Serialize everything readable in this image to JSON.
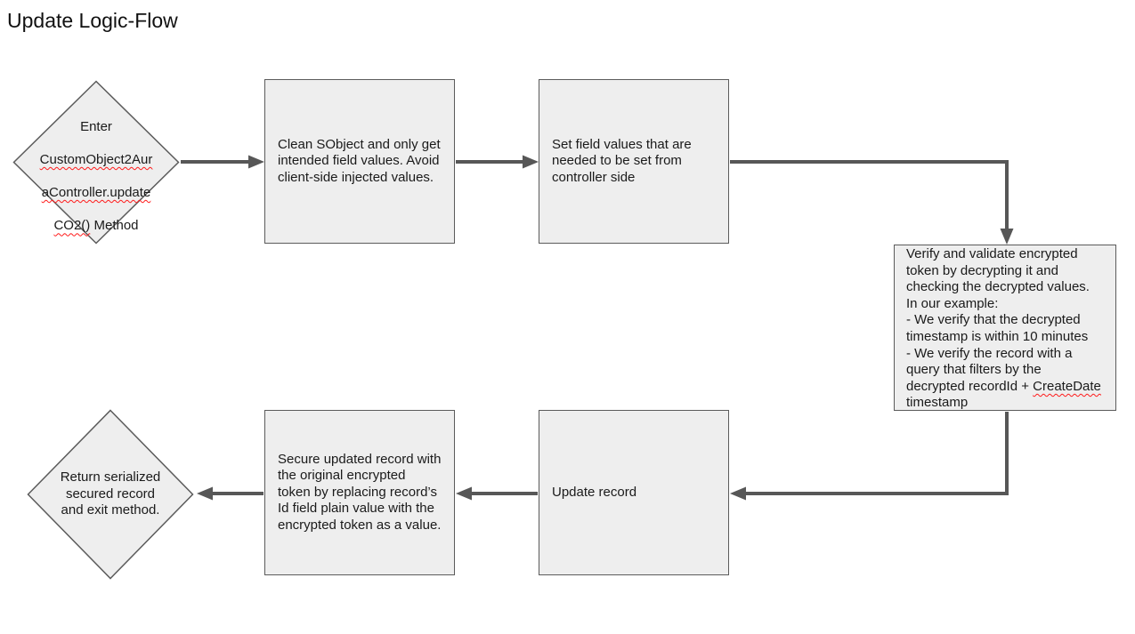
{
  "title": "Update Logic-Flow",
  "colors": {
    "shape-fill": "#eeeeee",
    "shape-border": "#5b5b5b",
    "connector": "#575757",
    "misspell": "#ff1a1a",
    "text": "#1a1a1a",
    "bg": "#ffffff"
  },
  "flow": {
    "start": {
      "line1": "Enter",
      "line2": "CustomObject2Aur",
      "line3": "aController.update",
      "line4_code": "CO2()",
      "line4_rest": " Method"
    },
    "clean": {
      "text": "Clean SObject and only get\nintended field values. Avoid\nclient-side injected values."
    },
    "set_fields": {
      "text": "Set field values that are\nneeded to be set from\ncontroller side"
    },
    "verify": {
      "text_before": "Verify and validate encrypted\ntoken by decrypting it and\nchecking the decrypted values.\nIn our example:\n- We verify that the decrypted\ntimestamp is within 10 minutes\n- We verify the record with a\nquery that filters by the\ndecrypted recordId + ",
      "misspelled_word": "CreateDate",
      "text_after": "\ntimestamp"
    },
    "update": {
      "text": "Update record"
    },
    "secure": {
      "text": "Secure updated record with\nthe original encrypted\ntoken by replacing record’s\nId field plain value with the\nencrypted token as a value."
    },
    "end": {
      "text": "Return serialized\nsecured record\nand exit method."
    }
  }
}
